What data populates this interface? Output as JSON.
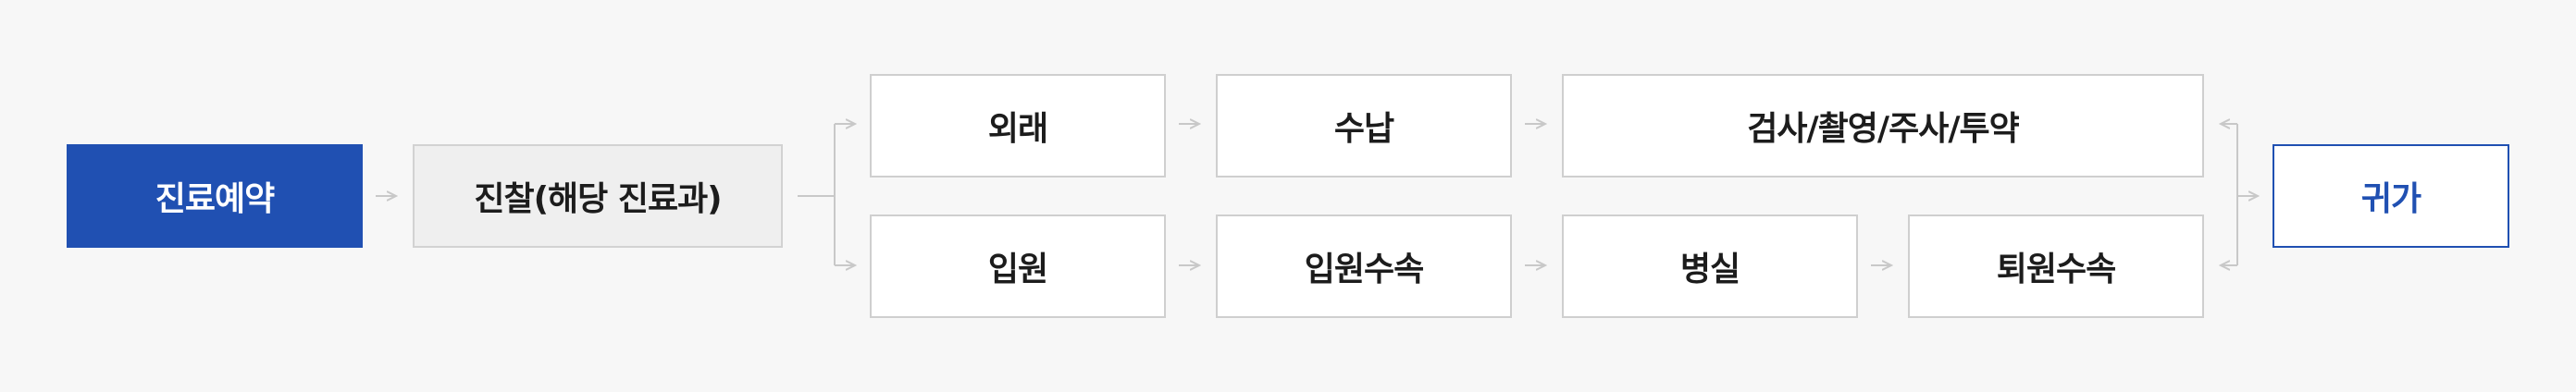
{
  "flow": {
    "reservation": "진료예약",
    "consultation": "진찰(해당 진료과)",
    "outpatient": {
      "start": "외래",
      "payment": "수납",
      "procedures": "검사/촬영/주사/투약"
    },
    "inpatient": {
      "start": "입원",
      "admission": "입원수속",
      "ward": "병실",
      "discharge": "퇴원수속"
    },
    "return_home": "귀가"
  },
  "colors": {
    "accent": "#2050b2",
    "box_border": "#cfcfcf",
    "connector": "#c8c8c8",
    "background": "#f7f7f7"
  }
}
